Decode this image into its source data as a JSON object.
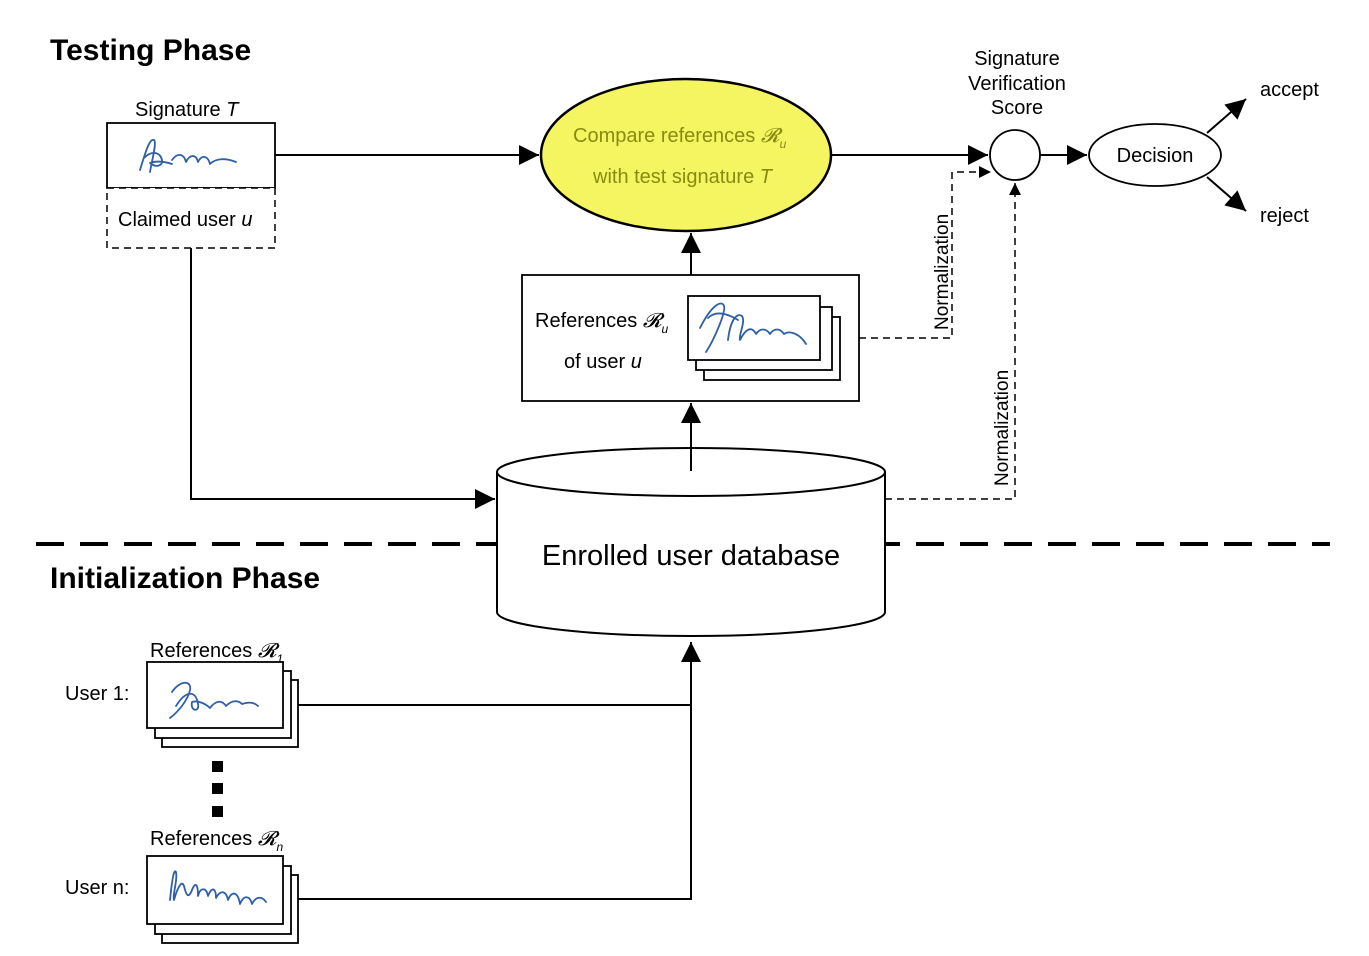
{
  "phases": {
    "testing": "Testing Phase",
    "initialization": "Initialization Phase"
  },
  "test_input": {
    "signature_label": "Signature",
    "signature_var": "T",
    "claimed_label": "Claimed user",
    "claimed_var": "u"
  },
  "compare": {
    "line1": "Compare references",
    "line2": "with test signature",
    "var_ref": "𝓡",
    "var_ref_sub": "u",
    "var_test": "T",
    "fill_color": "#f5f562"
  },
  "references_box": {
    "line1": "References",
    "line2": "of user",
    "var_ref": "𝓡",
    "var_ref_sub": "u",
    "var_user": "u"
  },
  "database": {
    "label": "Enrolled user database"
  },
  "score": {
    "line1": "Signature",
    "line2": "Verification",
    "line3": "Score"
  },
  "normalization": {
    "label_a": "Normalization",
    "label_b": "Normalization"
  },
  "decision": {
    "label": "Decision",
    "accept": "accept",
    "reject": "reject"
  },
  "users": [
    {
      "label": "User 1:",
      "ref_label": "References",
      "ref_var": "𝓡",
      "ref_sub": "1"
    },
    {
      "label": "User n:",
      "ref_label": "References",
      "ref_var": "𝓡",
      "ref_sub": "n"
    }
  ],
  "icons": {
    "signature": "handwritten-signature-icon",
    "stack": "signature-stack-icon",
    "ellipsis": "vertical-ellipsis-icon"
  }
}
